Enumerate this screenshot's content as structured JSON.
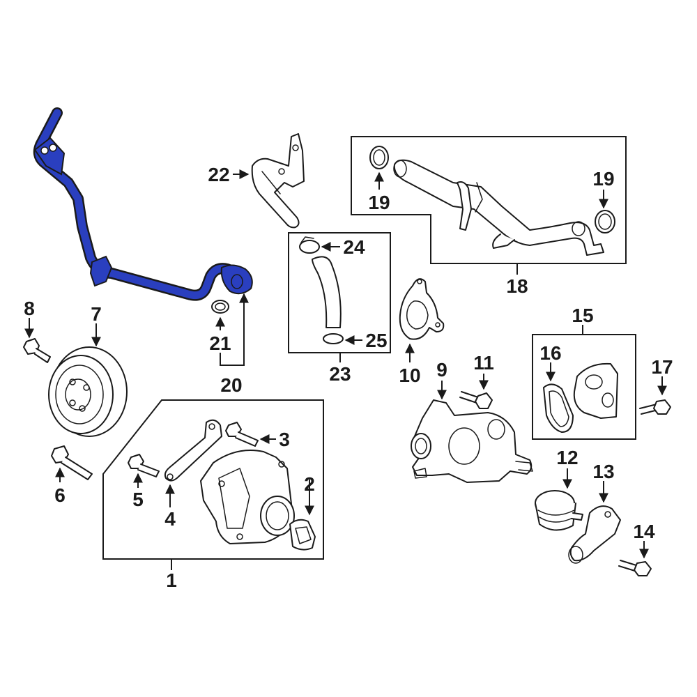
{
  "diagram": {
    "highlight_color": "#2a3fbf",
    "line_color": "#1a1a1a",
    "background": "#ffffff",
    "callouts": {
      "c1": "1",
      "c2": "2",
      "c3": "3",
      "c4": "4",
      "c5": "5",
      "c6": "6",
      "c7": "7",
      "c8": "8",
      "c9": "9",
      "c10": "10",
      "c11": "11",
      "c12": "12",
      "c13": "13",
      "c14": "14",
      "c15": "15",
      "c16": "16",
      "c17": "17",
      "c18": "18",
      "c19a": "19",
      "c19b": "19",
      "c20": "20",
      "c21": "21",
      "c22": "22",
      "c23": "23",
      "c24": "24",
      "c25": "25"
    }
  }
}
